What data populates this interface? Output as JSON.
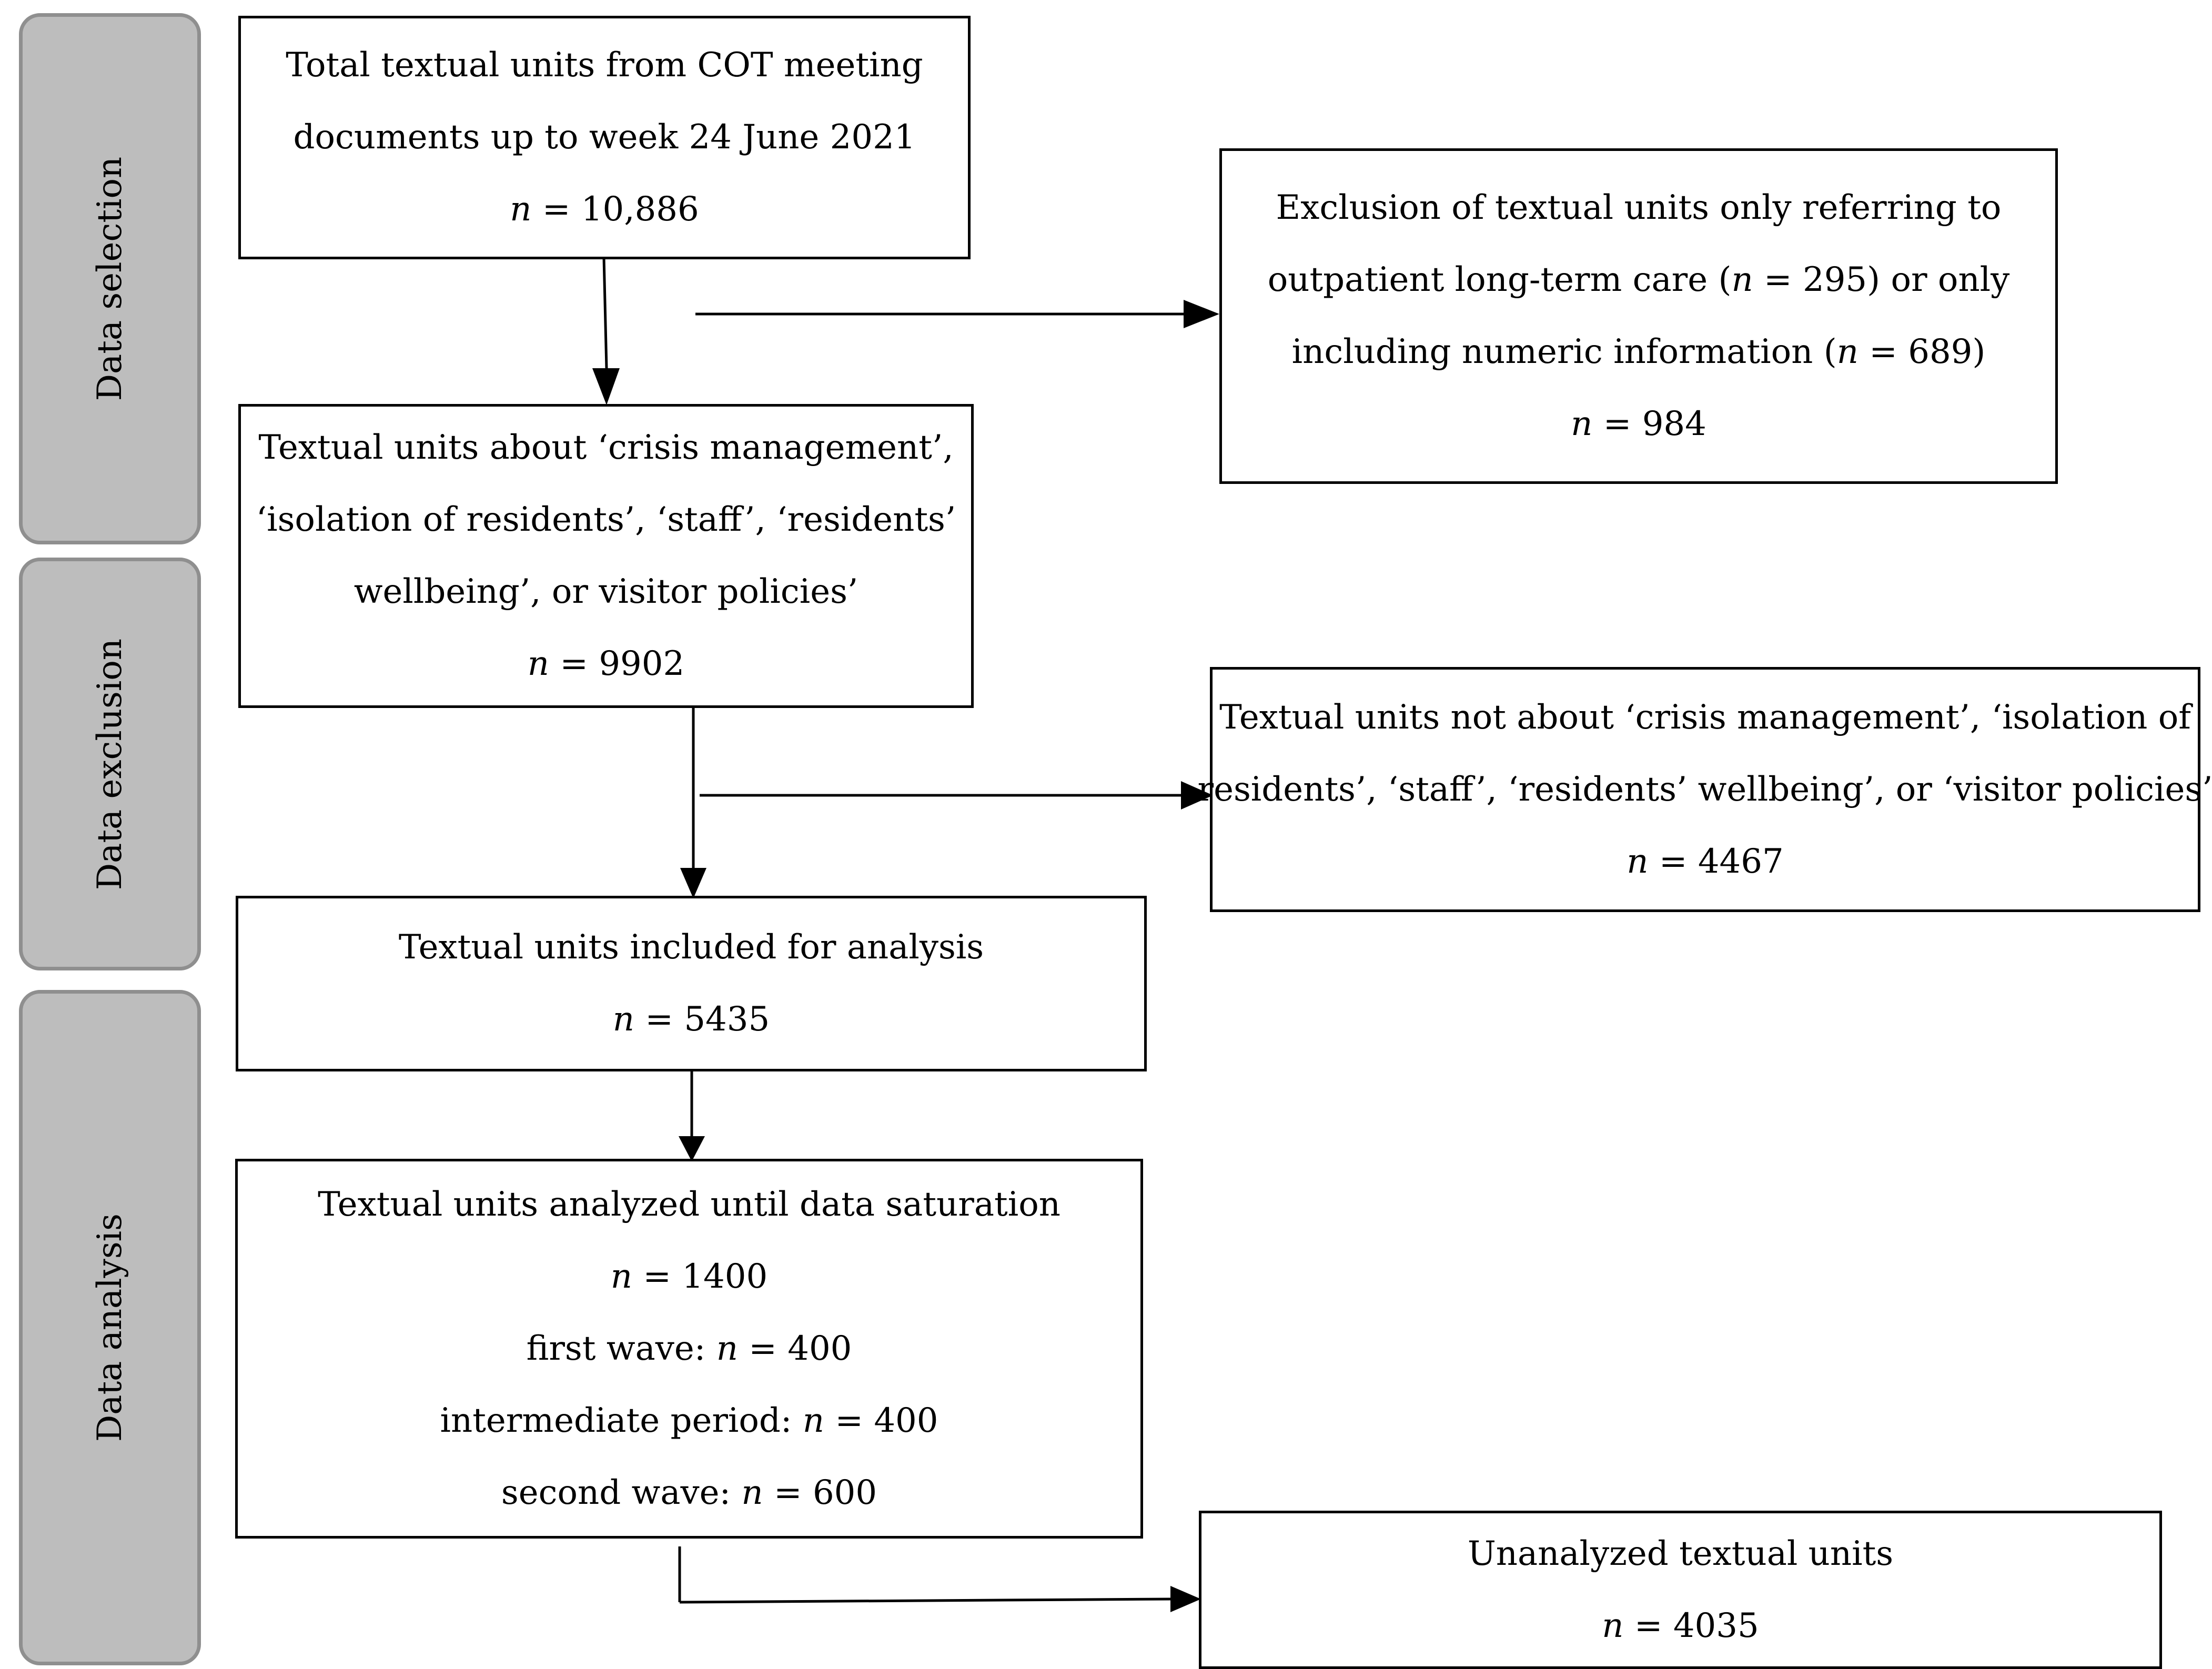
{
  "phases": [
    {
      "id": "data-selection",
      "label": "Data selection"
    },
    {
      "id": "data-exclusion",
      "label": "Data exclusion"
    },
    {
      "id": "data-analysis",
      "label": "Data analysis"
    }
  ],
  "boxes": {
    "total": {
      "lines": [
        "Total textual units from COT meeting",
        "documents up to week 24 June 2021"
      ],
      "n_symbol": "n",
      "n_value": " = 10,886"
    },
    "exclusion1": {
      "line1": "Exclusion of textual units only referring to",
      "line2_a": "outpatient long-term care (",
      "line2_n": "n",
      "line2_b": " = 295) or only",
      "line3_a": "including numeric information (",
      "line3_n": "n",
      "line3_b": " = 689)",
      "n_symbol": "n",
      "n_value": " = 984"
    },
    "topics": {
      "lines": [
        "Textual units about ‘crisis management’,",
        "‘isolation of residents’, ‘staff’, ‘residents’",
        "wellbeing’, or visitor policies’"
      ],
      "n_symbol": "n",
      "n_value": " = 9902"
    },
    "exclusion2": {
      "lines": [
        "Textual units not about ‘crisis management’, ‘isolation of",
        "residents’, ‘staff’, ‘residents’ wellbeing’, or ‘visitor policies’"
      ],
      "n_symbol": "n",
      "n_value": " = 4467"
    },
    "included": {
      "lines": [
        "Textual units included for analysis"
      ],
      "n_symbol": "n",
      "n_value": " = 5435"
    },
    "analyzed": {
      "title": "Textual units analyzed until data saturation",
      "n_symbol": "n",
      "n_value": " = 1400",
      "waves": [
        {
          "label": "first wave: ",
          "n_symbol": "n",
          "n_value": " = 400"
        },
        {
          "label": "intermediate period: ",
          "n_symbol": "n",
          "n_value": " = 400"
        },
        {
          "label": "second wave: ",
          "n_symbol": "n",
          "n_value": " = 600"
        }
      ]
    },
    "unanalyzed": {
      "lines": [
        "Unanalyzed textual units"
      ],
      "n_symbol": "n",
      "n_value": " = 4035"
    }
  }
}
